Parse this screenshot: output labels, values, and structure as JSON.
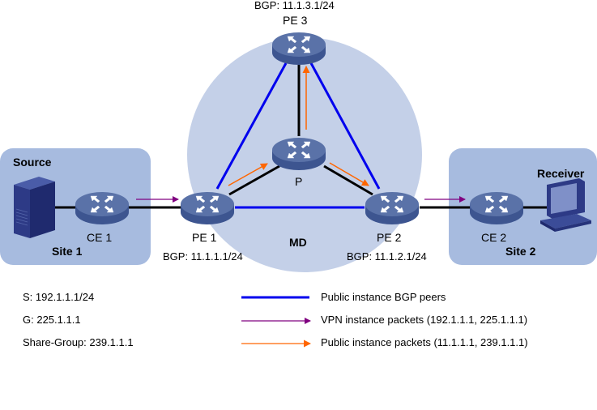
{
  "nodes": {
    "pe3": {
      "name": "PE 3",
      "bgp": "BGP: 11.1.3.1/24"
    },
    "p": {
      "name": "P"
    },
    "pe1": {
      "name": "PE 1",
      "bgp": "BGP: 11.1.1.1/24"
    },
    "pe2": {
      "name": "PE 2",
      "bgp": "BGP: 11.1.2.1/24"
    },
    "ce1": {
      "name": "CE 1"
    },
    "ce2": {
      "name": "CE 2"
    },
    "source": {
      "name": "Source"
    },
    "receiver": {
      "name": "Receiver"
    }
  },
  "sites": {
    "site1": "Site 1",
    "site2": "Site 2"
  },
  "md_label": "MD",
  "info": {
    "s": "S: 192.1.1.1/24",
    "g": "G: 225.1.1.1",
    "share_group": "Share-Group: 239.1.1.1"
  },
  "legend": [
    {
      "label": "Public instance BGP peers",
      "color": "#0000ee",
      "type": "line"
    },
    {
      "label": "VPN instance packets (192.1.1.1, 225.1.1.1)",
      "color": "#800080",
      "type": "arrow"
    },
    {
      "label": "Public instance packets (11.1.1.1, 239.1.1.1)",
      "color": "#ff6600",
      "type": "arrow"
    }
  ],
  "colors": {
    "site_bg": "#a7bbdf",
    "md_bg": "#c4d0e8",
    "router_top": "#5a72a8",
    "router_side": "#3d5590",
    "bgp_line": "#0000ee",
    "vpn_arrow": "#800080",
    "public_arrow": "#ff6600"
  }
}
